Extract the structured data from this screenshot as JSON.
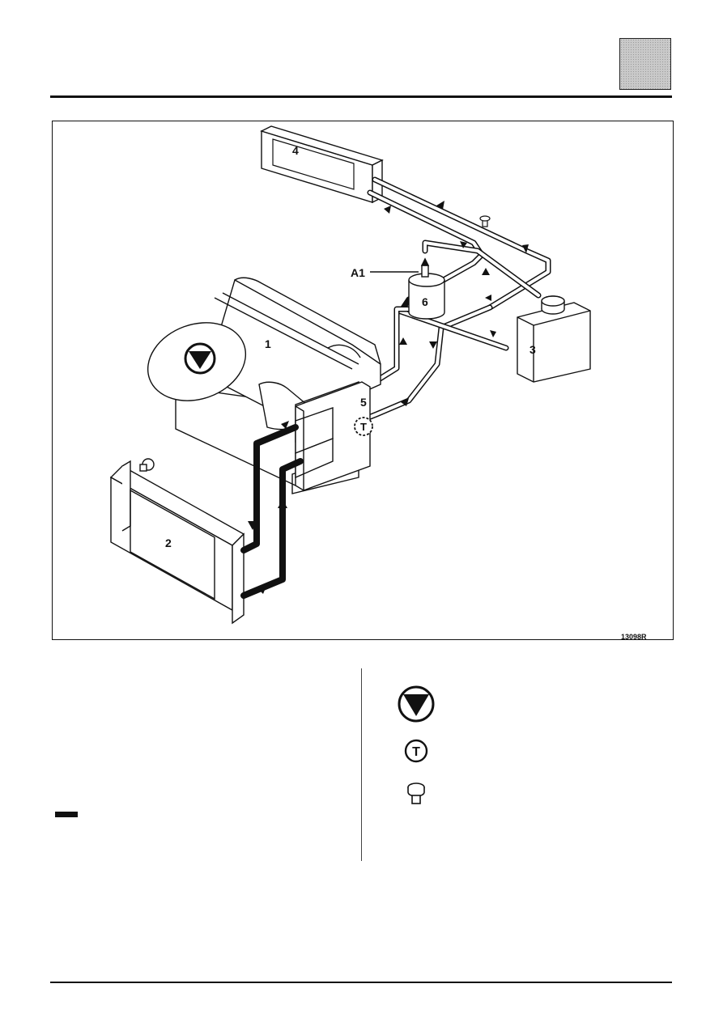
{
  "figure": {
    "reference": "13098R",
    "labels": {
      "engine": "1",
      "radiator": "2",
      "expansion_bottle": "3",
      "heater_matrix": "4",
      "thermostat_housing": "5",
      "degassing_chamber": "6",
      "bleed_screw": "A1"
    },
    "symbol_pump": "pump-symbol",
    "symbol_thermostat": "T"
  },
  "legend": {
    "pump_icon": "down-triangle-in-circle-icon",
    "thermostat_icon": "T",
    "bleed_icon": "bleed-screw-icon",
    "hose_line": "thick-black-line"
  },
  "colors": {
    "ink": "#111111",
    "tab_fill": "#c9c9c9"
  }
}
